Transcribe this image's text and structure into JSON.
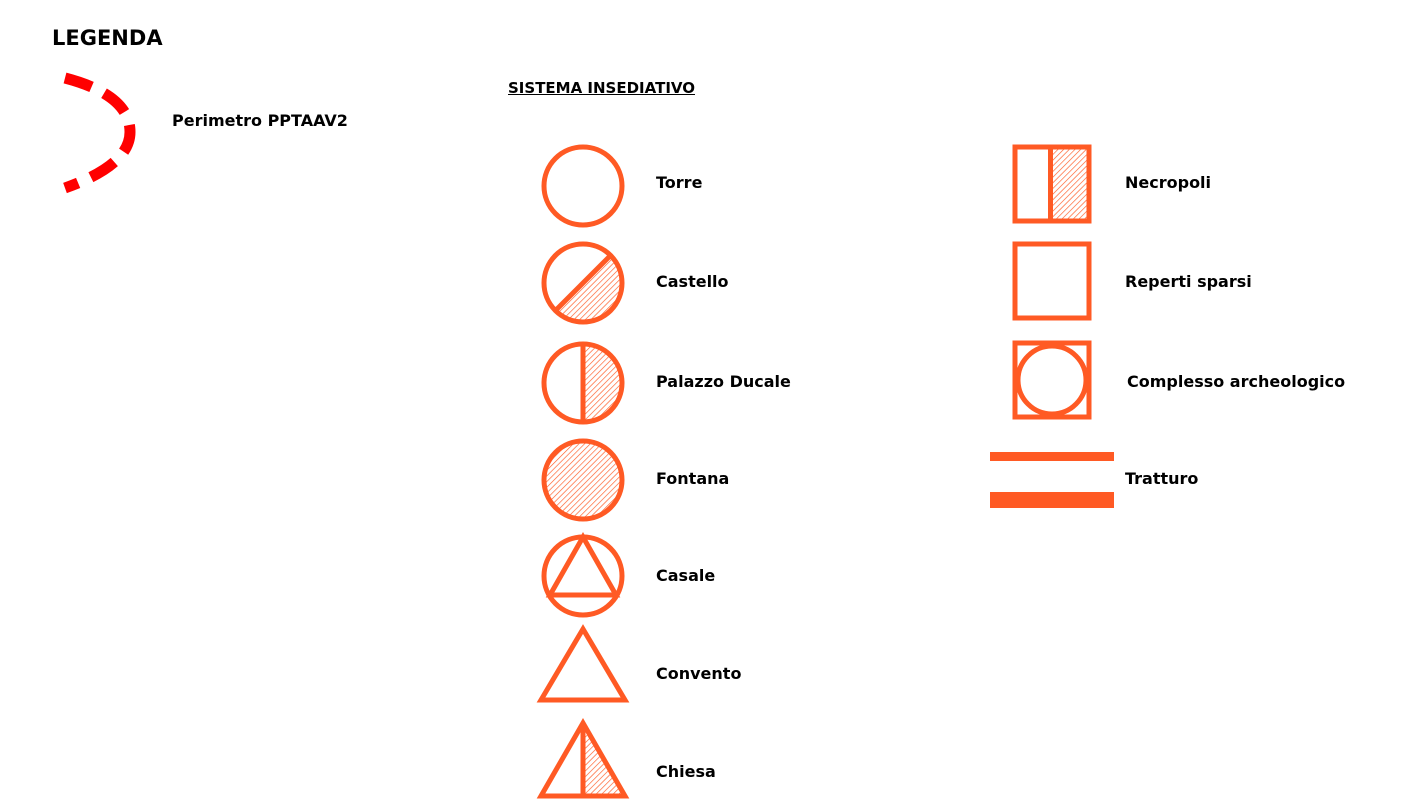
{
  "legend_title": "LEGENDA",
  "perimeter": {
    "label": "Perimetro PPTAAV2",
    "color": "#ff0000"
  },
  "section_title": "SISTEMA INSEDIATIVO",
  "symbol_color": "#ff5a24",
  "symbols_left": [
    {
      "label": "Torre",
      "icon": "circle-icon"
    },
    {
      "label": "Castello",
      "icon": "circle-diagonal-hatched-icon"
    },
    {
      "label": "Palazzo Ducale",
      "icon": "circle-half-hatched-icon"
    },
    {
      "label": "Fontana",
      "icon": "circle-hatched-icon"
    },
    {
      "label": "Casale",
      "icon": "circle-triangle-icon"
    },
    {
      "label": "Convento",
      "icon": "triangle-icon"
    },
    {
      "label": "Chiesa",
      "icon": "triangle-half-hatched-icon"
    }
  ],
  "symbols_right": [
    {
      "label": "Necropoli",
      "icon": "square-half-hatched-icon"
    },
    {
      "label": "Reperti sparsi",
      "icon": "square-icon"
    },
    {
      "label": "Complesso archeologico",
      "icon": "square-circle-icon"
    },
    {
      "label": "Tratturo",
      "icon": "double-line-icon"
    }
  ]
}
